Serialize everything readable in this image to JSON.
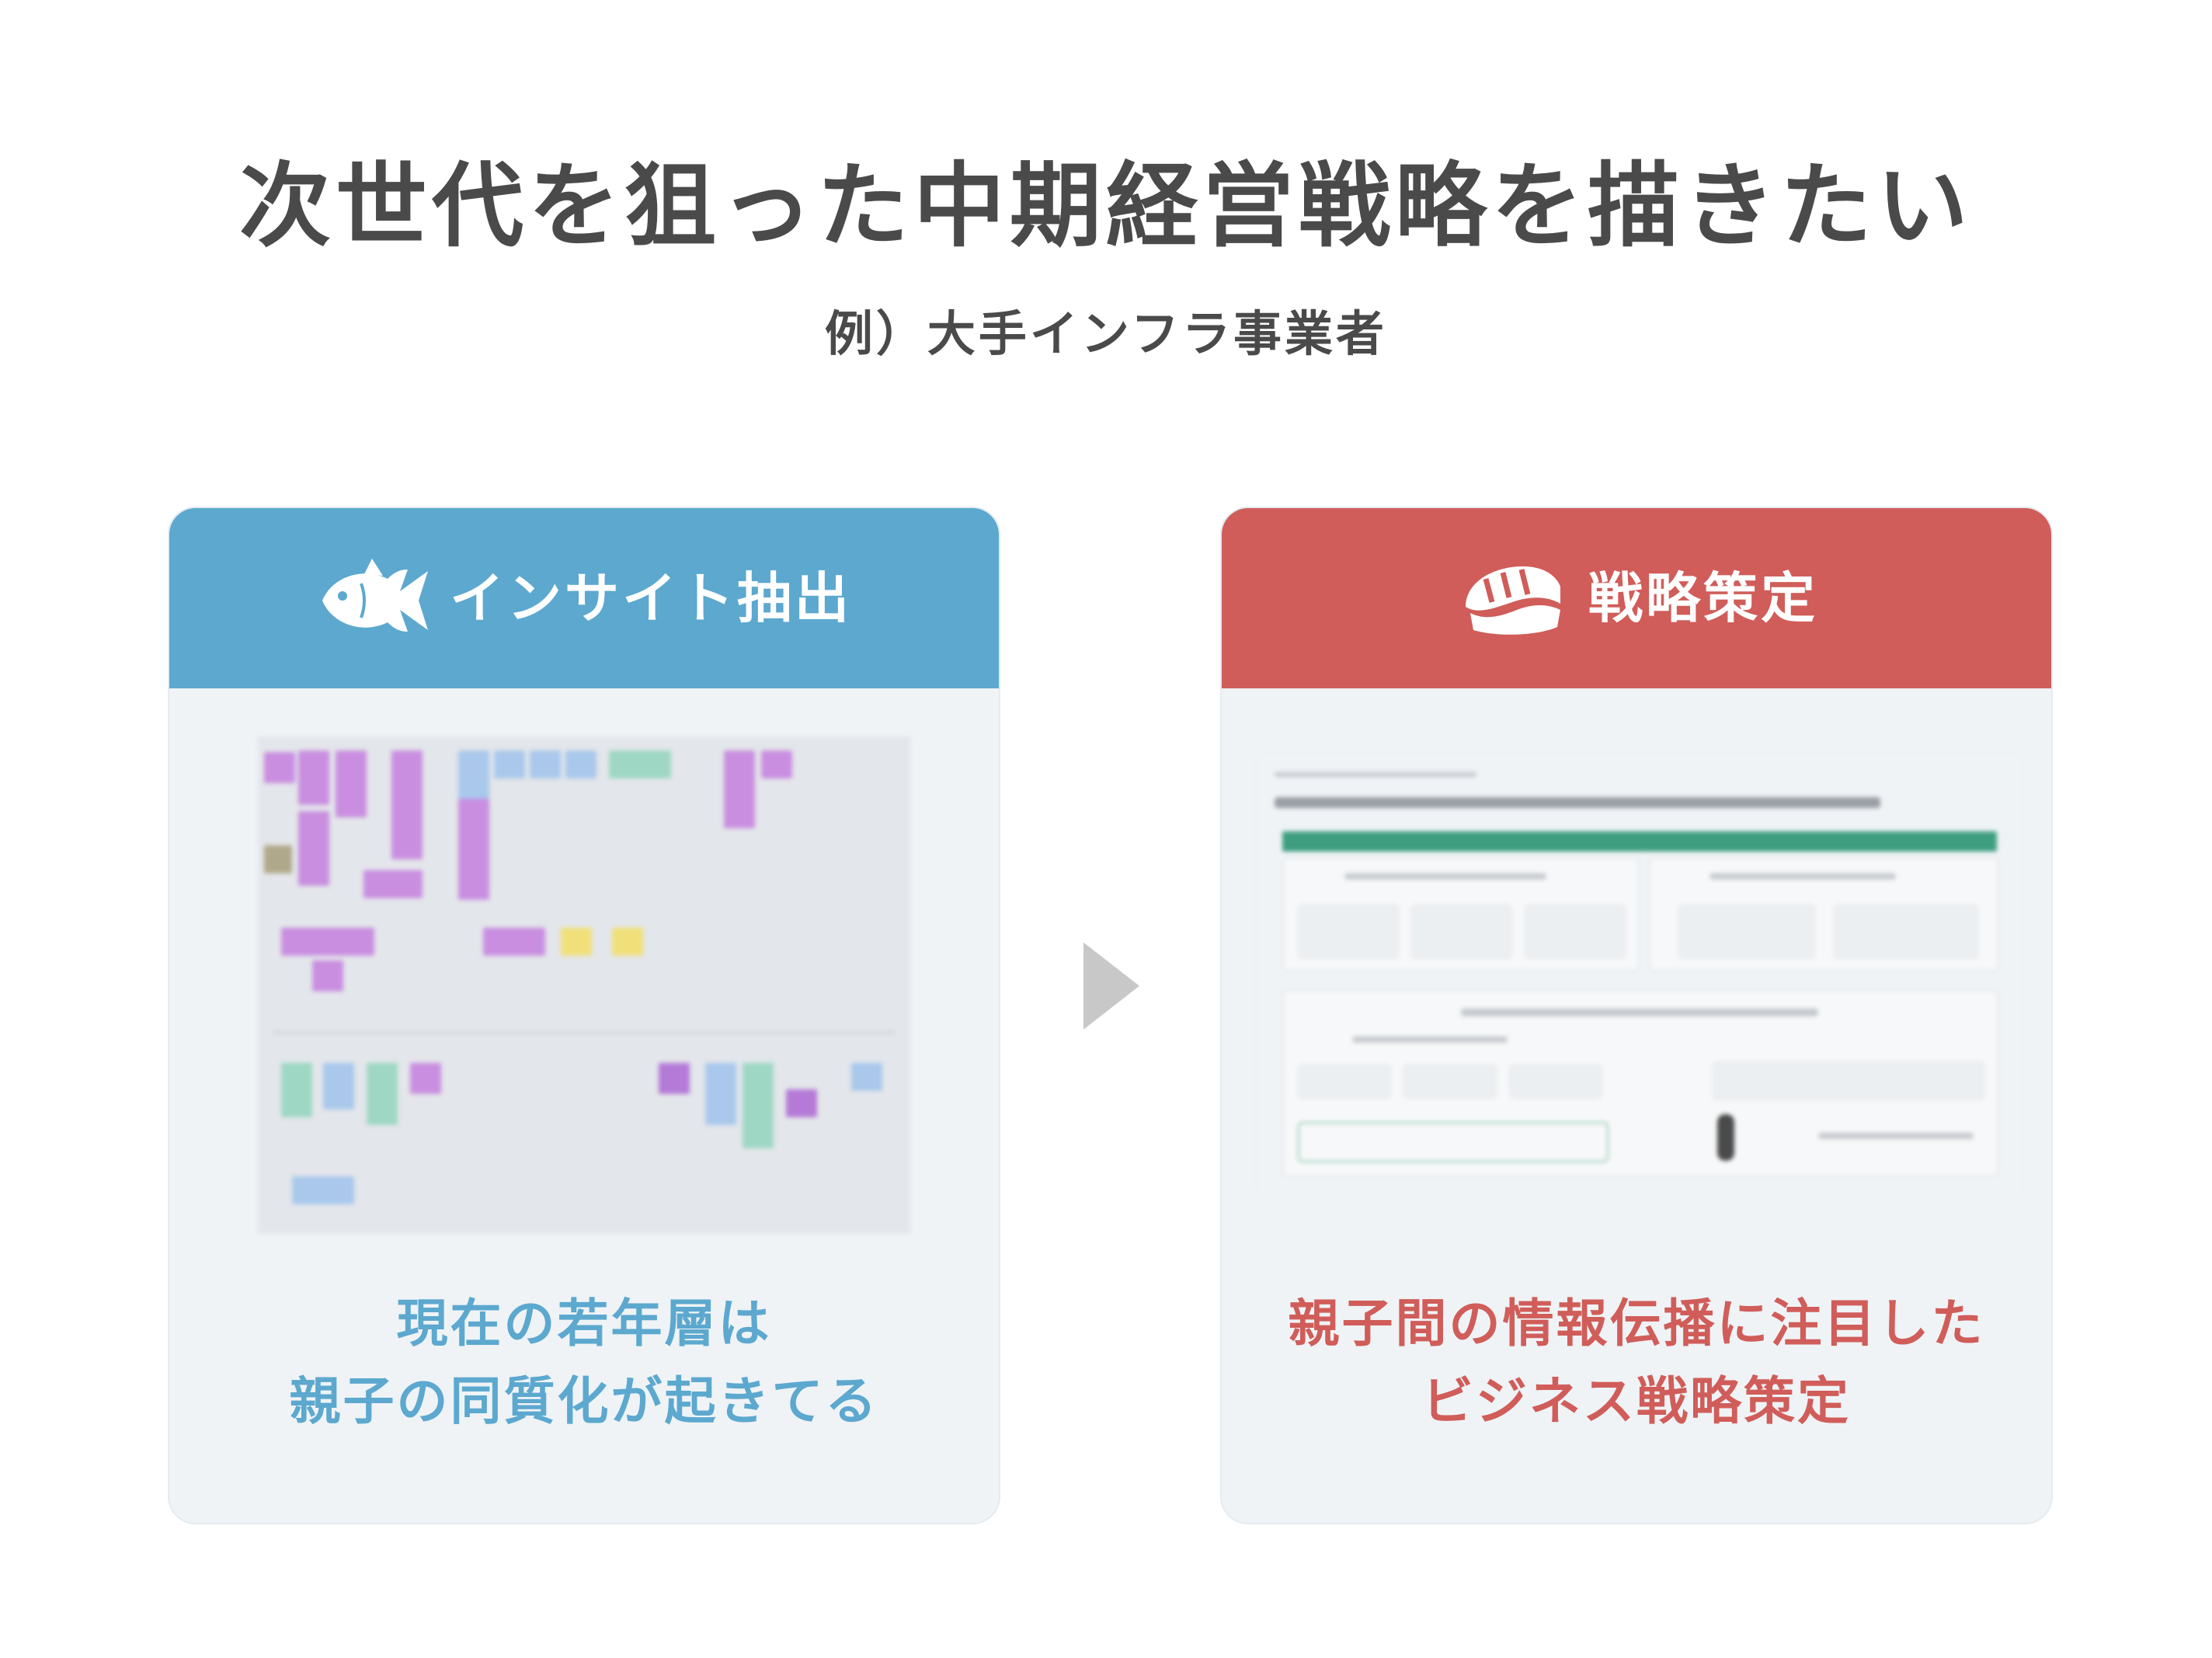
{
  "title": "次世代を狙った中期経営戦略を描きたい",
  "subtitle": "例）大手インフラ事業者",
  "left_card": {
    "header_icon": "fish-icon",
    "header_label": "インサイト抽出",
    "caption_line1": "現在の若年層は",
    "caption_line2": "親子の同質化が起きてる",
    "accent_color": "#5ca8cf"
  },
  "right_card": {
    "header_icon": "sushi-icon",
    "header_label": "戦略策定",
    "caption_line1": "親子間の情報伝播に注目した",
    "caption_line2": "ビジネス戦略策定",
    "accent_color": "#d05d59"
  },
  "arrow_icon": "chevron-right-icon"
}
